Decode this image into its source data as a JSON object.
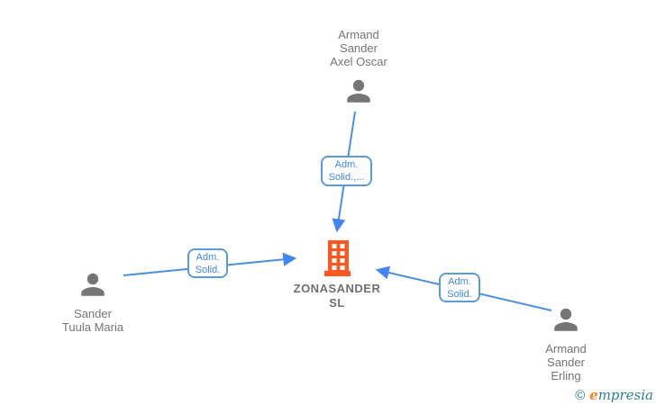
{
  "colors": {
    "edge_blue": "#4a90e2",
    "edge_label_text": "#4285f4",
    "node_gray": "#757575",
    "company_orange": "#ff5722",
    "logo_teal": "#2a7f93",
    "logo_orange": "#f5821f",
    "background": "#ffffff"
  },
  "nodes": {
    "person_top": {
      "type": "person",
      "lines": [
        "Armand",
        "Sander",
        "Axel Oscar"
      ]
    },
    "person_left": {
      "type": "person",
      "lines": [
        "Sander",
        "Tuula Maria"
      ]
    },
    "person_right": {
      "type": "person",
      "lines": [
        "Armand",
        "Sander",
        "Erling"
      ]
    },
    "company": {
      "type": "company",
      "lines": [
        "ZONASANDER",
        "SL"
      ]
    }
  },
  "edges": {
    "top": {
      "lines": [
        "Adm.",
        "Solid.,..."
      ]
    },
    "left": {
      "lines": [
        "Adm.",
        "Solid."
      ]
    },
    "right": {
      "lines": [
        "Adm.",
        "Solid."
      ]
    }
  },
  "logo": {
    "symbol": "©",
    "first_letter": "e",
    "rest": "mpresia"
  }
}
